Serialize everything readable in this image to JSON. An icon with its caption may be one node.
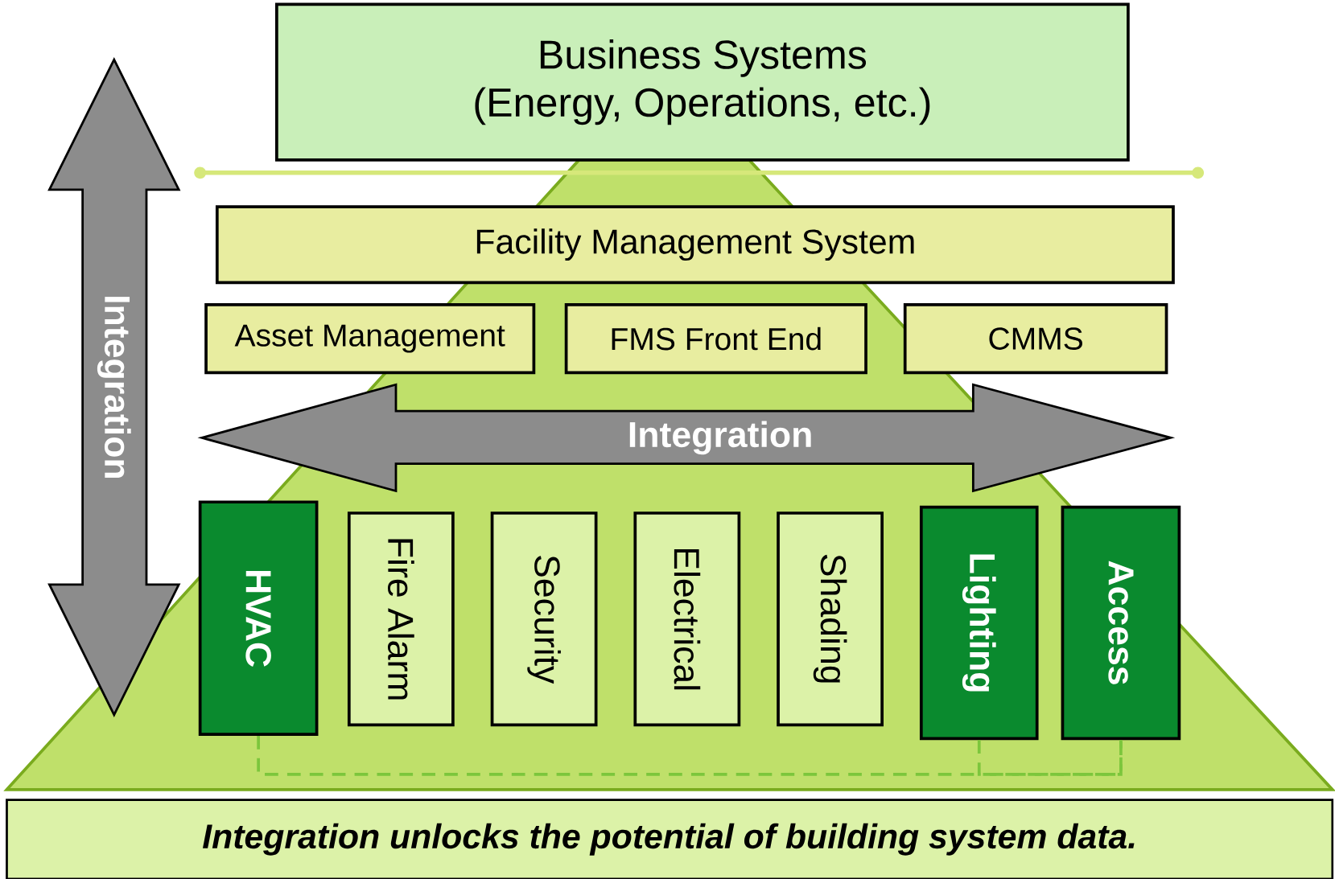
{
  "diagram": {
    "nodes": [
      {
        "text": [
          "Business Systems",
          "(Energy, Operations, etc.)"
        ]
      },
      {
        "text": [
          "Integration"
        ]
      },
      {
        "text": [
          "Facility Management System"
        ]
      },
      {
        "text": [
          "Asset Management"
        ]
      },
      {
        "text": [
          "FMS Front End"
        ]
      },
      {
        "text": [
          "CMMS"
        ]
      },
      {
        "text": [
          "Integration"
        ]
      },
      {
        "text": [
          "HVAC"
        ]
      },
      {
        "text": [
          "Fire Alarm"
        ]
      },
      {
        "text": [
          "Security"
        ]
      },
      {
        "text": [
          "Electrical"
        ]
      },
      {
        "text": [
          "Shading"
        ]
      },
      {
        "text": [
          "Lighting"
        ]
      },
      {
        "text": [
          "Access"
        ]
      },
      {
        "text": [
          "Integration unlocks the potential of building system data."
        ]
      }
    ],
    "edges": [
      {
        "from": 7,
        "to": 13,
        "arrow": "none",
        "style": "dashed"
      },
      {
        "from": 12,
        "to": 13,
        "arrow": "none",
        "style": "dashed"
      }
    ]
  }
}
